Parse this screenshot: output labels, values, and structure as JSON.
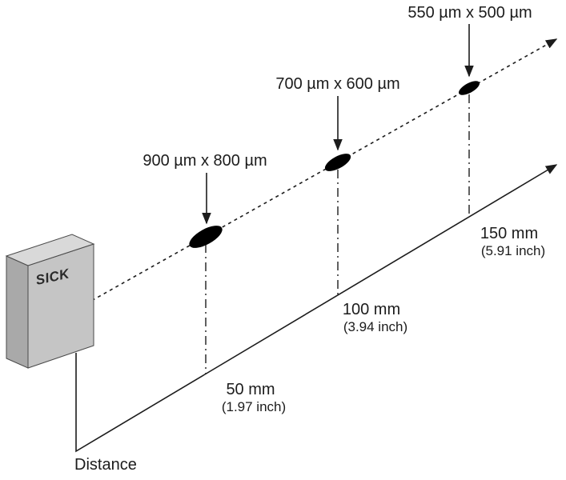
{
  "diagram": {
    "description": "Light spot size vs distance diagram",
    "device": {
      "brand": "SICK"
    },
    "spots": [
      {
        "size_label": "900 µm x 800 µm",
        "distance_mm": "50 mm",
        "distance_inch": "(1.97 inch)"
      },
      {
        "size_label": "700 µm x 600 µm",
        "distance_mm": "100 mm",
        "distance_inch": "(3.94 inch)"
      },
      {
        "size_label": "550 µm x 500 µm",
        "distance_mm": "150 mm",
        "distance_inch": "(5.91 inch)"
      }
    ],
    "axis": {
      "label": "Distance"
    },
    "colors": {
      "ink": "#1c1c1c",
      "spot_fill": "#000000",
      "box_top": "#d9d9d9",
      "box_front": "#c5c5c5",
      "box_side": "#a9a9a9"
    }
  }
}
